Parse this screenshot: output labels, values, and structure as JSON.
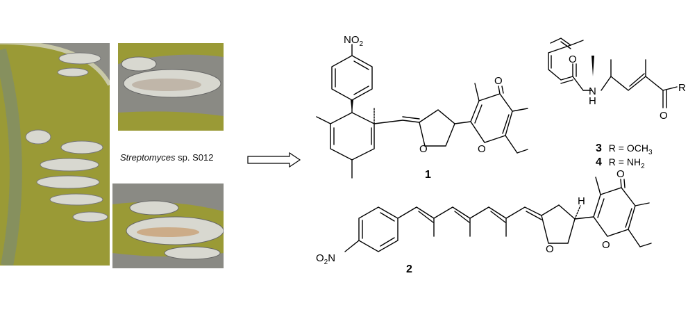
{
  "figure": {
    "caption": {
      "organism": "Streptomyces",
      "strain": "sp. S012"
    },
    "compounds": [
      {
        "label": "1"
      },
      {
        "label": "2"
      },
      {
        "label": "3",
        "r_group": "R = OCH",
        "r_sub": "3"
      },
      {
        "label": "4",
        "r_group": "R = NH",
        "r_sub": "2"
      }
    ],
    "atoms": {
      "nitro_1": "NO",
      "nitro_1_sub": "2",
      "nitro_2": "O",
      "nitro_2_sub": "2",
      "nitro_2_tail": "N",
      "oxygen": "O",
      "nitrogen": "N",
      "hydrogen": "H",
      "r": "R"
    },
    "colors": {
      "agar": "#9a9a36",
      "plate_edge": "#7a8a7a",
      "colony": "#d8d8d0"
    }
  }
}
